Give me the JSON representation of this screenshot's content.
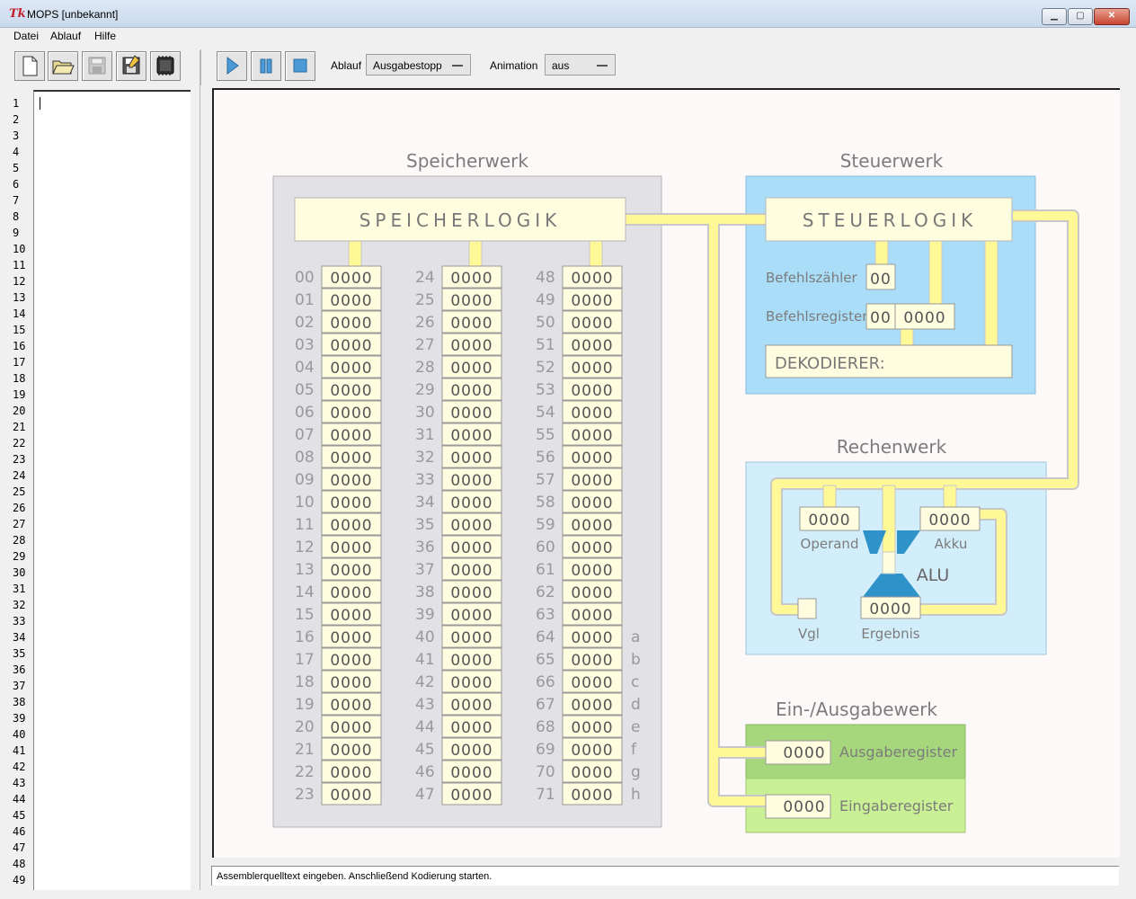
{
  "window": {
    "app_icon": "Tk",
    "title": "MOPS  [unbekannt]",
    "min_glyph": "▁",
    "max_glyph": "▢",
    "close_glyph": "✕"
  },
  "menu": [
    "Datei",
    "Ablauf",
    "Hilfe"
  ],
  "toolbar": {
    "file_buttons": [
      "new-file-icon",
      "open-folder-icon",
      "save-icon",
      "save-as-icon",
      "assemble-chip-icon"
    ],
    "run_buttons": [
      "play-icon",
      "pause-icon",
      "stop-icon"
    ],
    "ablauf_label": "Ablauf",
    "ablauf_value": "Ausgabestopp",
    "animation_label": "Animation",
    "animation_value": "aus"
  },
  "editor": {
    "line_numbers": [
      "1",
      "2",
      "3",
      "4",
      "5",
      "6",
      "7",
      "8",
      "9",
      "10",
      "11",
      "12",
      "13",
      "14",
      "15",
      "16",
      "17",
      "18",
      "19",
      "20",
      "21",
      "22",
      "23",
      "24",
      "25",
      "26",
      "27",
      "28",
      "29",
      "30",
      "31",
      "32",
      "33",
      "34",
      "35",
      "36",
      "37",
      "38",
      "39",
      "40",
      "41",
      "42",
      "43",
      "44",
      "45",
      "46",
      "47",
      "48",
      "49"
    ],
    "content": ""
  },
  "colors": {
    "bus": "#fff896",
    "bus_edge": "#c8c8c8",
    "memory_bg": "#e1e1e6",
    "control_bg": "#a9ddf8",
    "alu_bg": "#d3eefb",
    "io_out_bg": "#a7d77c",
    "io_in_bg": "#c9f094",
    "alu_funnel": "#2f92c9",
    "section_title": "#7c7c7c"
  },
  "diagram": {
    "memory": {
      "title": "Speicherwerk",
      "logic_label": "SPEICHERLOGIK",
      "cells": [
        {
          "addr": "00",
          "val": "0000",
          "tag": ""
        },
        {
          "addr": "01",
          "val": "0000",
          "tag": ""
        },
        {
          "addr": "02",
          "val": "0000",
          "tag": ""
        },
        {
          "addr": "03",
          "val": "0000",
          "tag": ""
        },
        {
          "addr": "04",
          "val": "0000",
          "tag": ""
        },
        {
          "addr": "05",
          "val": "0000",
          "tag": ""
        },
        {
          "addr": "06",
          "val": "0000",
          "tag": ""
        },
        {
          "addr": "07",
          "val": "0000",
          "tag": ""
        },
        {
          "addr": "08",
          "val": "0000",
          "tag": ""
        },
        {
          "addr": "09",
          "val": "0000",
          "tag": ""
        },
        {
          "addr": "10",
          "val": "0000",
          "tag": ""
        },
        {
          "addr": "11",
          "val": "0000",
          "tag": ""
        },
        {
          "addr": "12",
          "val": "0000",
          "tag": ""
        },
        {
          "addr": "13",
          "val": "0000",
          "tag": ""
        },
        {
          "addr": "14",
          "val": "0000",
          "tag": ""
        },
        {
          "addr": "15",
          "val": "0000",
          "tag": ""
        },
        {
          "addr": "16",
          "val": "0000",
          "tag": ""
        },
        {
          "addr": "17",
          "val": "0000",
          "tag": ""
        },
        {
          "addr": "18",
          "val": "0000",
          "tag": ""
        },
        {
          "addr": "19",
          "val": "0000",
          "tag": ""
        },
        {
          "addr": "20",
          "val": "0000",
          "tag": ""
        },
        {
          "addr": "21",
          "val": "0000",
          "tag": ""
        },
        {
          "addr": "22",
          "val": "0000",
          "tag": ""
        },
        {
          "addr": "23",
          "val": "0000",
          "tag": ""
        },
        {
          "addr": "24",
          "val": "0000",
          "tag": ""
        },
        {
          "addr": "25",
          "val": "0000",
          "tag": ""
        },
        {
          "addr": "26",
          "val": "0000",
          "tag": ""
        },
        {
          "addr": "27",
          "val": "0000",
          "tag": ""
        },
        {
          "addr": "28",
          "val": "0000",
          "tag": ""
        },
        {
          "addr": "29",
          "val": "0000",
          "tag": ""
        },
        {
          "addr": "30",
          "val": "0000",
          "tag": ""
        },
        {
          "addr": "31",
          "val": "0000",
          "tag": ""
        },
        {
          "addr": "32",
          "val": "0000",
          "tag": ""
        },
        {
          "addr": "33",
          "val": "0000",
          "tag": ""
        },
        {
          "addr": "34",
          "val": "0000",
          "tag": ""
        },
        {
          "addr": "35",
          "val": "0000",
          "tag": ""
        },
        {
          "addr": "36",
          "val": "0000",
          "tag": ""
        },
        {
          "addr": "37",
          "val": "0000",
          "tag": ""
        },
        {
          "addr": "38",
          "val": "0000",
          "tag": ""
        },
        {
          "addr": "39",
          "val": "0000",
          "tag": ""
        },
        {
          "addr": "40",
          "val": "0000",
          "tag": ""
        },
        {
          "addr": "41",
          "val": "0000",
          "tag": ""
        },
        {
          "addr": "42",
          "val": "0000",
          "tag": ""
        },
        {
          "addr": "43",
          "val": "0000",
          "tag": ""
        },
        {
          "addr": "44",
          "val": "0000",
          "tag": ""
        },
        {
          "addr": "45",
          "val": "0000",
          "tag": ""
        },
        {
          "addr": "46",
          "val": "0000",
          "tag": ""
        },
        {
          "addr": "47",
          "val": "0000",
          "tag": ""
        },
        {
          "addr": "48",
          "val": "0000",
          "tag": ""
        },
        {
          "addr": "49",
          "val": "0000",
          "tag": ""
        },
        {
          "addr": "50",
          "val": "0000",
          "tag": ""
        },
        {
          "addr": "51",
          "val": "0000",
          "tag": ""
        },
        {
          "addr": "52",
          "val": "0000",
          "tag": ""
        },
        {
          "addr": "53",
          "val": "0000",
          "tag": ""
        },
        {
          "addr": "54",
          "val": "0000",
          "tag": ""
        },
        {
          "addr": "55",
          "val": "0000",
          "tag": ""
        },
        {
          "addr": "56",
          "val": "0000",
          "tag": ""
        },
        {
          "addr": "57",
          "val": "0000",
          "tag": ""
        },
        {
          "addr": "58",
          "val": "0000",
          "tag": ""
        },
        {
          "addr": "59",
          "val": "0000",
          "tag": ""
        },
        {
          "addr": "60",
          "val": "0000",
          "tag": ""
        },
        {
          "addr": "61",
          "val": "0000",
          "tag": ""
        },
        {
          "addr": "62",
          "val": "0000",
          "tag": ""
        },
        {
          "addr": "63",
          "val": "0000",
          "tag": ""
        },
        {
          "addr": "64",
          "val": "0000",
          "tag": "a"
        },
        {
          "addr": "65",
          "val": "0000",
          "tag": "b"
        },
        {
          "addr": "66",
          "val": "0000",
          "tag": "c"
        },
        {
          "addr": "67",
          "val": "0000",
          "tag": "d"
        },
        {
          "addr": "68",
          "val": "0000",
          "tag": "e"
        },
        {
          "addr": "69",
          "val": "0000",
          "tag": "f"
        },
        {
          "addr": "70",
          "val": "0000",
          "tag": "g"
        },
        {
          "addr": "71",
          "val": "0000",
          "tag": "h"
        }
      ]
    },
    "control": {
      "title": "Steuerwerk",
      "logic_label": "STEUERLOGIK",
      "pc_label": "Befehlszähler",
      "pc_value": "00",
      "ir_label": "Befehlsregister",
      "ir_op": "00",
      "ir_arg": "0000",
      "decoder_label": "DEKODIERER:"
    },
    "alu": {
      "title": "Rechenwerk",
      "operand_value": "0000",
      "operand_label": "Operand",
      "akku_value": "0000",
      "akku_label": "Akku",
      "alu_label": "ALU",
      "result_value": "0000",
      "result_label": "Ergebnis",
      "vgl_label": "Vgl"
    },
    "io": {
      "title": "Ein-/Ausgabewerk",
      "out_value": "0000",
      "out_label": "Ausgaberegister",
      "in_value": "0000",
      "in_label": "Eingaberegister"
    }
  },
  "status": "Assemblerquelltext eingeben. Anschließend Kodierung starten."
}
